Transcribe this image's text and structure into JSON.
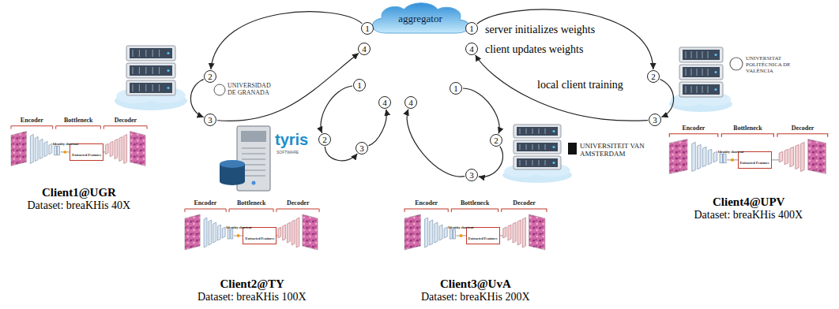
{
  "diagram": {
    "nodes": [
      {
        "text": [
          "aggregator"
        ]
      },
      {
        "text": [
          "1"
        ]
      },
      {
        "text": [
          "2"
        ]
      },
      {
        "text": [
          "3"
        ]
      },
      {
        "text": [
          "4"
        ]
      },
      {
        "text": [
          "1"
        ]
      },
      {
        "text": [
          "2"
        ]
      },
      {
        "text": [
          "3"
        ]
      },
      {
        "text": [
          "4"
        ]
      },
      {
        "text": [
          "1"
        ]
      },
      {
        "text": [
          "2"
        ]
      },
      {
        "text": [
          "3"
        ]
      },
      {
        "text": [
          "4"
        ]
      },
      {
        "text": [
          "1"
        ]
      },
      {
        "text": [
          "2"
        ]
      },
      {
        "text": [
          "3"
        ]
      },
      {
        "text": [
          "4"
        ]
      },
      {
        "text": [
          "Extracted Features"
        ]
      },
      {
        "text": [
          "Extracted Features"
        ]
      },
      {
        "text": [
          "Extracted Features"
        ]
      },
      {
        "text": [
          "Extracted Features"
        ]
      }
    ],
    "edges": [
      {
        "from": 1,
        "to": 2,
        "arrow": "to"
      },
      {
        "from": 2,
        "to": 3,
        "arrow": "to"
      },
      {
        "from": 3,
        "to": 4,
        "arrow": "to"
      },
      {
        "from": 5,
        "to": 6,
        "arrow": "to"
      },
      {
        "from": 6,
        "to": 7,
        "arrow": "to"
      },
      {
        "from": 7,
        "to": 8,
        "arrow": "to"
      },
      {
        "from": 9,
        "to": 10,
        "arrow": "to"
      },
      {
        "from": 10,
        "to": 11,
        "arrow": "to"
      },
      {
        "from": 11,
        "to": 12,
        "arrow": "to"
      },
      {
        "from": 13,
        "to": 14,
        "arrow": "to"
      },
      {
        "from": 14,
        "to": 15,
        "arrow": "to"
      },
      {
        "from": 15,
        "to": 16,
        "arrow": "to"
      }
    ],
    "labels": [
      "server initializes weights",
      "client updates weights",
      "local client training",
      "UNIVERSIDAD DE GRANADA",
      "tyris",
      "SOFTWARE",
      "UNIVERSITEIT VAN AMSTERDAM",
      "UNIVERSITAT POLITÈCNICA DE VALÈNCIA",
      "Encoder",
      "Bottleneck",
      "Decoder",
      "Identity shortcut",
      "Encoder",
      "Bottleneck",
      "Decoder",
      "Identity shortcut",
      "Encoder",
      "Bottleneck",
      "Decoder",
      "Identity shortcut",
      "Encoder",
      "Bottleneck",
      "Decoder",
      "Identity shortcut",
      "Client1@UGR",
      "Dataset: breaKHis 40X",
      "Client2@TY",
      "Dataset: breaKHis 100X",
      "Client3@UvA",
      "Dataset: breaKHis 200X",
      "Client4@UPV",
      "Dataset: breaKHis 400X"
    ]
  }
}
